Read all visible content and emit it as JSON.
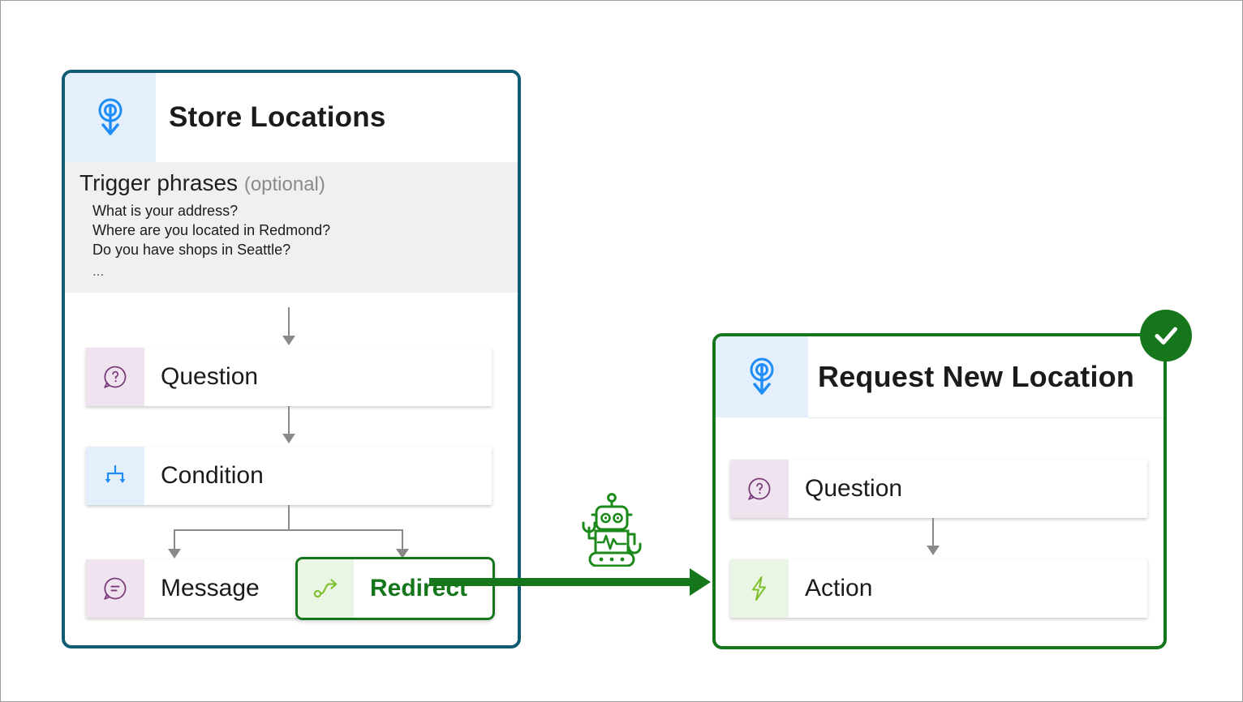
{
  "colors": {
    "topic_border_blue": "#0f5c73",
    "topic_border_green": "#15761b",
    "icon_cell_blue": "#e3f0fb",
    "icon_cell_purple": "#efe3ef",
    "icon_cell_green": "#eaf5e4",
    "trigger_band": "#f0f0f0",
    "connector_gray": "#8a8a8a",
    "accent_green": "#15761b",
    "accent_lightgreen": "#7cc02a",
    "accent_blue": "#1f8df5",
    "accent_purple": "#7a3a7a",
    "text_dark": "#1b1b1b",
    "text_muted": "#8a8a8a",
    "page_border": "#9e9e9e"
  },
  "panels": [
    {
      "id": "store-locations",
      "title": "Store Locations",
      "header_icon": "topic-trigger-icon",
      "state": "default",
      "trigger": {
        "heading": "Trigger phrases",
        "optional_label": "(optional)",
        "phrases": [
          "What is your address?",
          "Where are you located in Redmond?",
          "Do you have shops in Seattle?"
        ],
        "ellipsis": "..."
      },
      "nodes": [
        {
          "label": "Question",
          "icon": "question-bubble-icon",
          "tint": "purple",
          "selected": false
        },
        {
          "label": "Condition",
          "icon": "branch-condition-icon",
          "tint": "blue",
          "selected": false
        },
        {
          "label": "Message",
          "icon": "message-bubble-icon",
          "tint": "purple",
          "selected": false
        },
        {
          "label": "Redirect",
          "icon": "redirect-path-icon",
          "tint": "green",
          "selected": true
        }
      ]
    },
    {
      "id": "request-new-location",
      "title": "Request New Location",
      "header_icon": "topic-trigger-icon",
      "state": "highlighted",
      "badge": "check-circle-badge",
      "nodes": [
        {
          "label": "Question",
          "icon": "question-bubble-icon",
          "tint": "purple",
          "selected": false
        },
        {
          "label": "Action",
          "icon": "action-bolt-icon",
          "tint": "green",
          "selected": false
        }
      ]
    }
  ],
  "decoration": {
    "bot_icon": "bot-robot-icon",
    "redirect_link": "redirect-connection-arrow"
  }
}
